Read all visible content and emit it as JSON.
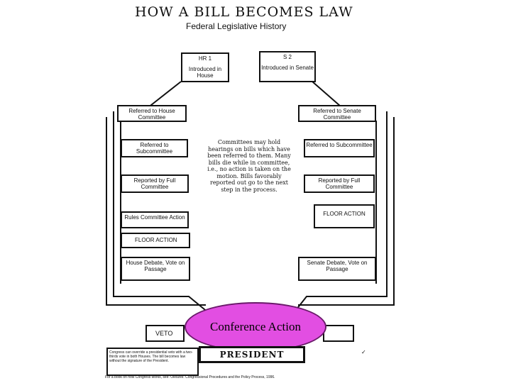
{
  "title": "HOW A BILL BECOMES LAW",
  "subtitle": "Federal Legislative History",
  "house": {
    "hr": {
      "code": "HR 1",
      "text": "Introduced in House"
    },
    "referred_committee": "Referred to House Committee",
    "referred_sub": "Referred to Subcommittee",
    "reported": "Reported by Full Committee",
    "rules": "Rules Committee Action",
    "floor": "FLOOR ACTION",
    "debate": "House Debate, Vote on Passage"
  },
  "senate": {
    "s": {
      "code": "S 2",
      "text": "Introduced in Senate"
    },
    "referred_committee": "Referred to Senate Committee",
    "referred_sub": "Referred to Subcommittee",
    "reported": "Reported by Full Committee",
    "floor": "FLOOR ACTION",
    "debate": "Senate Debate, Vote on Passage"
  },
  "committee_note": "Committees may hold hearings on bills which have been referred to them. Many bills die while in committee, i.e., no action is taken on the motion. Bills favorably reported out go to the next step in the process.",
  "conference": "Conference Action",
  "president": "PRESIDENT",
  "veto": "VETO",
  "veto_note": "Congress can override a presidential veto with a two-thirds vote in both Houses. The bill becomes law without the signature of the President.",
  "footer": "For a book on how Congress works, see: Oleszek: Congressional Procedures and the Policy Process, 1996.",
  "mark": "✓"
}
